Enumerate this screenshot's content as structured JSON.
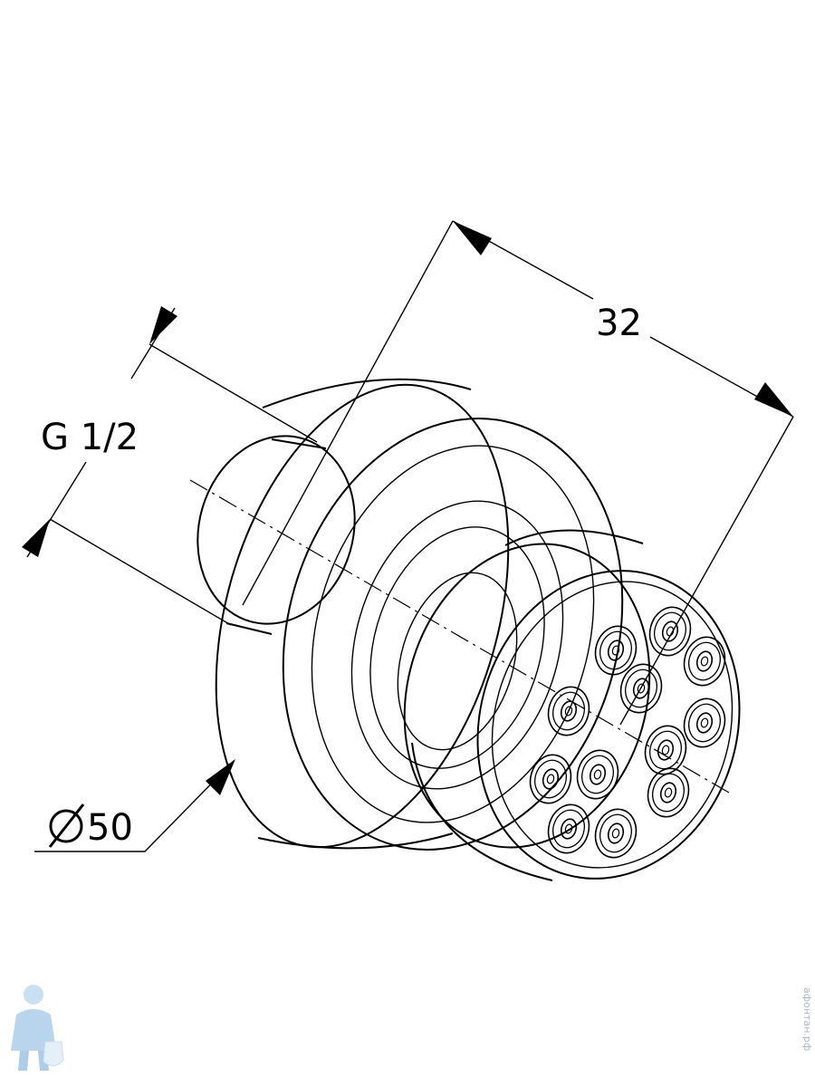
{
  "dimensions": {
    "depth_label": "32",
    "thread_label": "G 1/2",
    "diameter_value": "50",
    "diameter_symbol": "Ø"
  },
  "nozzle_count": 12,
  "watermark": {
    "text": "афонтан.рф"
  },
  "colors": {
    "line": "#000000",
    "background": "#ffffff",
    "watermark_figure": "#7fb3e0"
  }
}
